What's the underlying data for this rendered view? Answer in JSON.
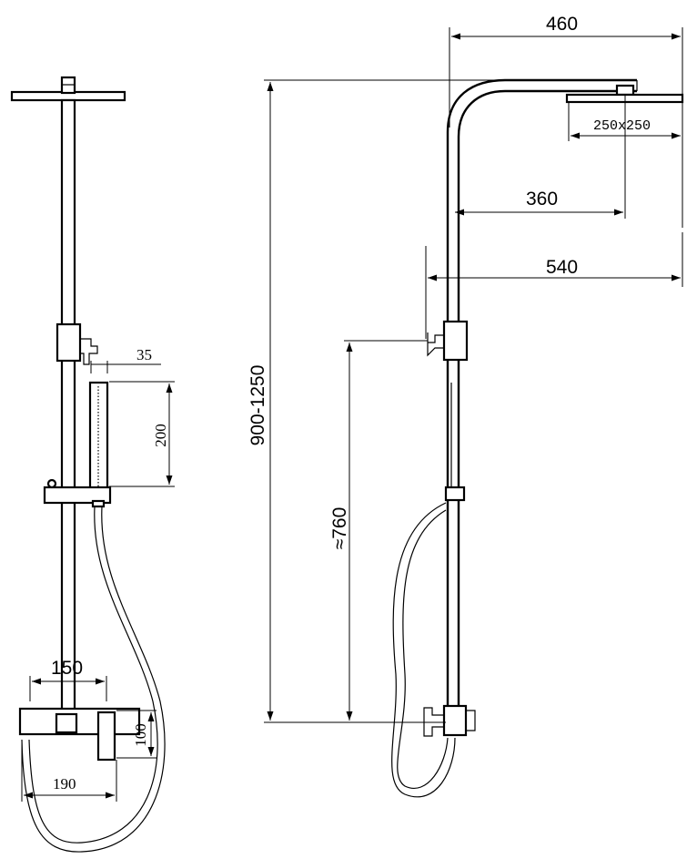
{
  "dimensions": {
    "rain_width": "460",
    "rain_size": "250x250",
    "arm_reach": "360",
    "total_reach": "540",
    "height_range": "900-1250",
    "outlet_height": "≈760",
    "hand_offset": "35",
    "hand_length": "200",
    "mixer_width": "150",
    "mixer_height": "100",
    "mixer_depth": "190"
  }
}
